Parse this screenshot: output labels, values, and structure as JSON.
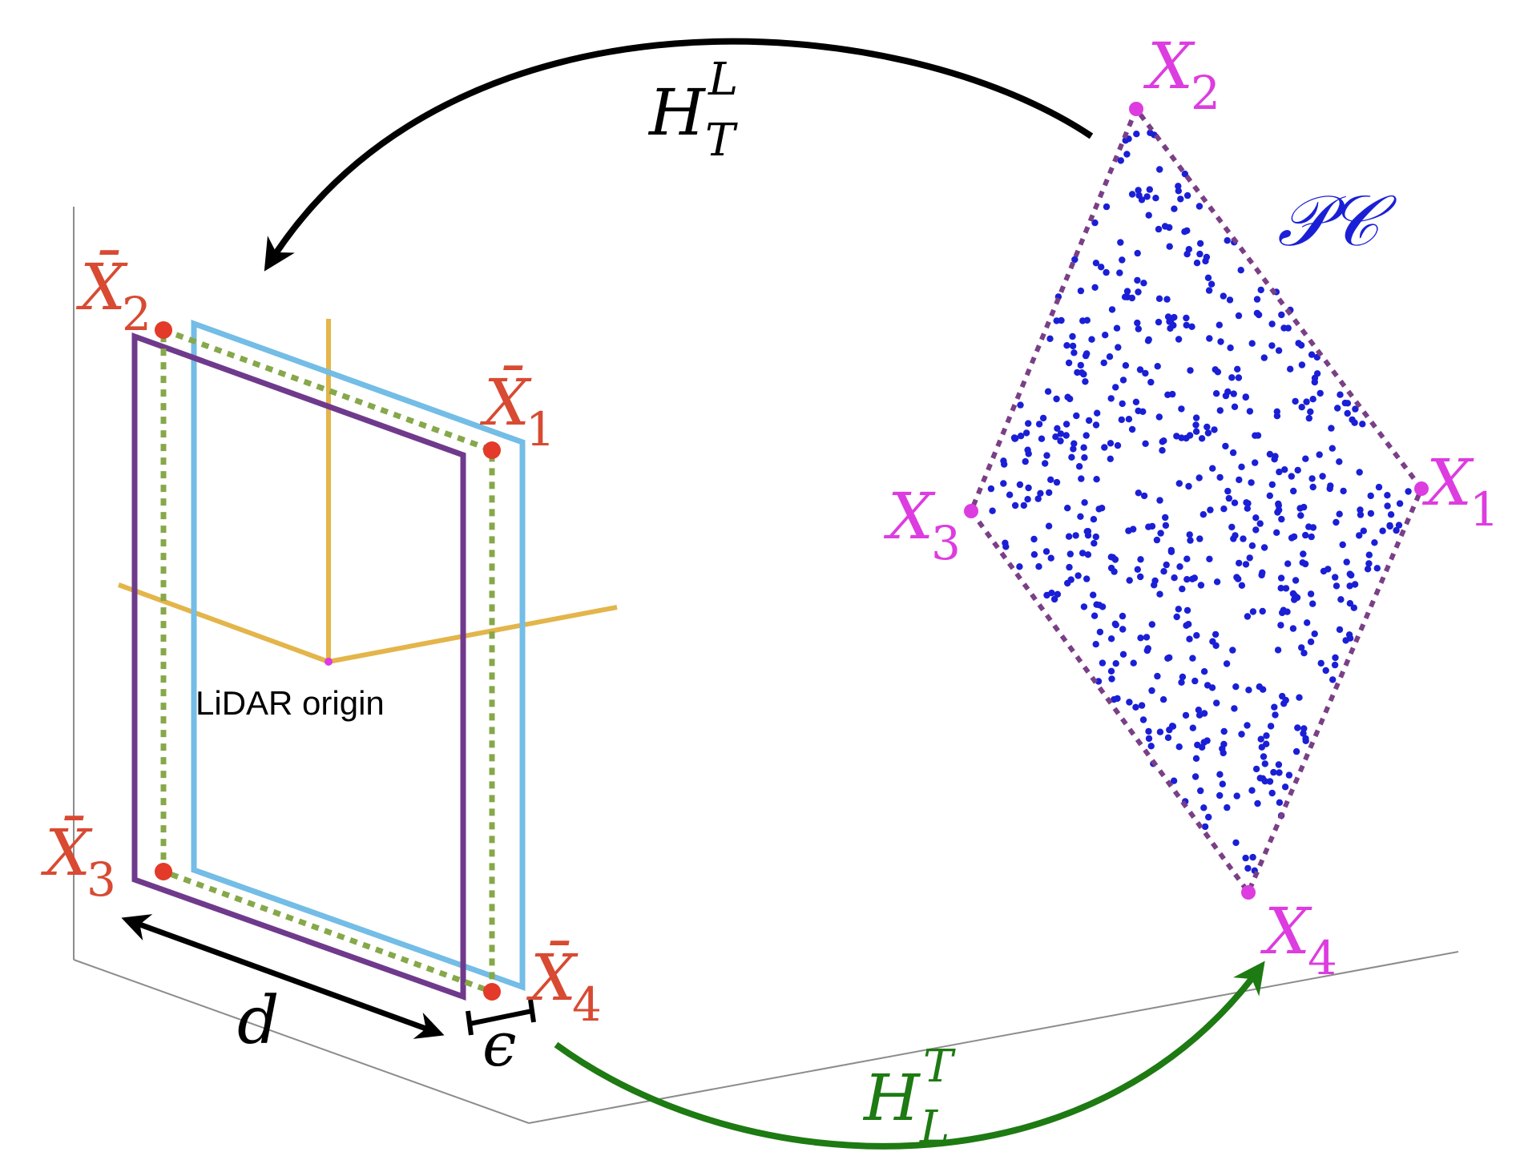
{
  "colors": {
    "red": "#d84a32",
    "magenta": "#dd3ce0",
    "blue": "#1a1fd6",
    "green": "#1e7a12",
    "black": "#000000",
    "purple_frame": "#6f3a8c",
    "cyan_frame": "#73bde6",
    "green_dotted": "#86a84a",
    "axis_yellow": "#e3b54a",
    "pc_outline": "#7a3f86",
    "grid": "#8c8c8c"
  },
  "labels": {
    "lidar_origin": "LiDAR origin",
    "pc": "𝒫𝒞",
    "d": "d",
    "epsilon": "ϵ",
    "H_top": {
      "base": "H",
      "sup": "L",
      "sub": "T"
    },
    "H_bottom": {
      "base": "H",
      "sup": "T",
      "sub": "L"
    },
    "template_corners": [
      {
        "base": "X̄",
        "sub": "1"
      },
      {
        "base": "X̄",
        "sub": "2"
      },
      {
        "base": "X̄",
        "sub": "3"
      },
      {
        "base": "X̄",
        "sub": "4"
      }
    ],
    "pc_corners": [
      {
        "base": "X",
        "sub": "1"
      },
      {
        "base": "X",
        "sub": "2"
      },
      {
        "base": "X",
        "sub": "3"
      },
      {
        "base": "X",
        "sub": "4"
      }
    ]
  }
}
